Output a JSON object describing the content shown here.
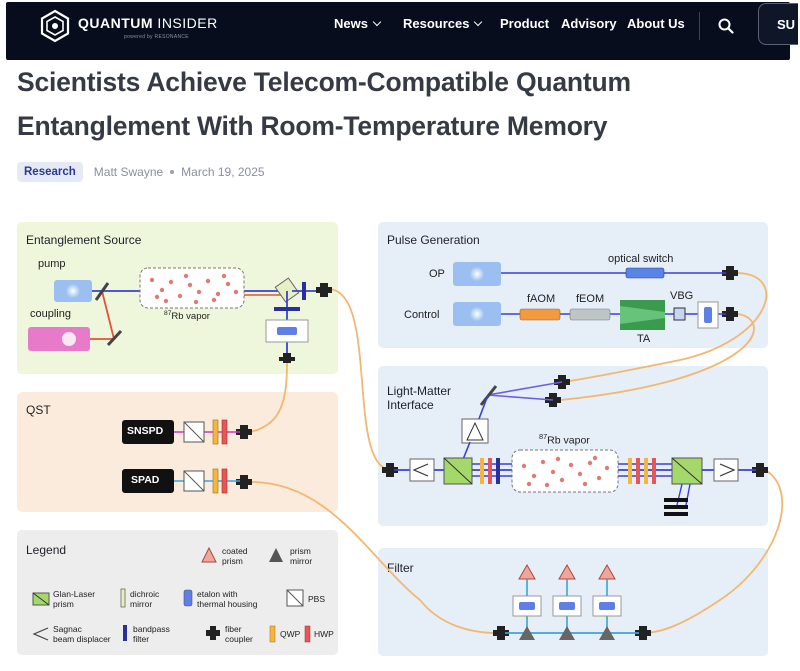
{
  "nav": {
    "brand_bold": "QUANTUM",
    "brand_light": " INSIDER",
    "brand_sub": "powered by RESONANCE",
    "items": [
      {
        "label": "News",
        "dropdown": true
      },
      {
        "label": "Resources",
        "dropdown": true
      },
      {
        "label": "Product",
        "dropdown": false
      },
      {
        "label": "Advisory",
        "dropdown": false
      },
      {
        "label": "About Us",
        "dropdown": false
      }
    ],
    "subscribe_label": "SU"
  },
  "article": {
    "title": "Scientists Achieve Telecom-Compatible Quantum Entanglement With Room-Temperature Memory",
    "category": "Research",
    "author": "Matt Swayne",
    "date": "March 19, 2025"
  },
  "diagram": {
    "panels": {
      "entanglement": "Entanglement Source",
      "qst": "QST",
      "legend": "Legend",
      "pulse": "Pulse Generation",
      "lmi_line1": "Light-Matter",
      "lmi_line2": "Interface",
      "filter": "Filter"
    },
    "labels": {
      "pump": "pump",
      "coupling": "coupling",
      "rb_vapor_1": "87Rb vapor",
      "rb_vapor_2": "87Rb vapor",
      "snspd": "SNSPD",
      "spad": "SPAD",
      "op": "OP",
      "control": "Control",
      "optical_switch": "optical switch",
      "faom": "fAOM",
      "feom": "fEOM",
      "vbg": "VBG",
      "ta": "TA"
    },
    "legend": {
      "coated_prism": "coated\nprism",
      "prism_mirror": "prism\nmirror",
      "glan_laser": "Glan-Laser\nprism",
      "dichroic": "dichroic\nmirror",
      "etalon": "etalon with\nthermal housing",
      "pbs": "PBS",
      "sagnac": "Sagnac\nbeam displacer",
      "bandpass": "bandpass\nfilter",
      "fiber_coupler": "fiber\ncoupler",
      "qwp": "QWP",
      "hwp": "HWP"
    },
    "colors": {
      "entanglement_bg": "#eef6dc",
      "qst_bg": "#fbebdc",
      "legend_bg": "#ededed",
      "blue_panel_bg": "#e6eef8",
      "beam_blue": "#3a3fd8",
      "beam_red": "#e0543a",
      "fiber_orange": "#f2b770"
    }
  }
}
